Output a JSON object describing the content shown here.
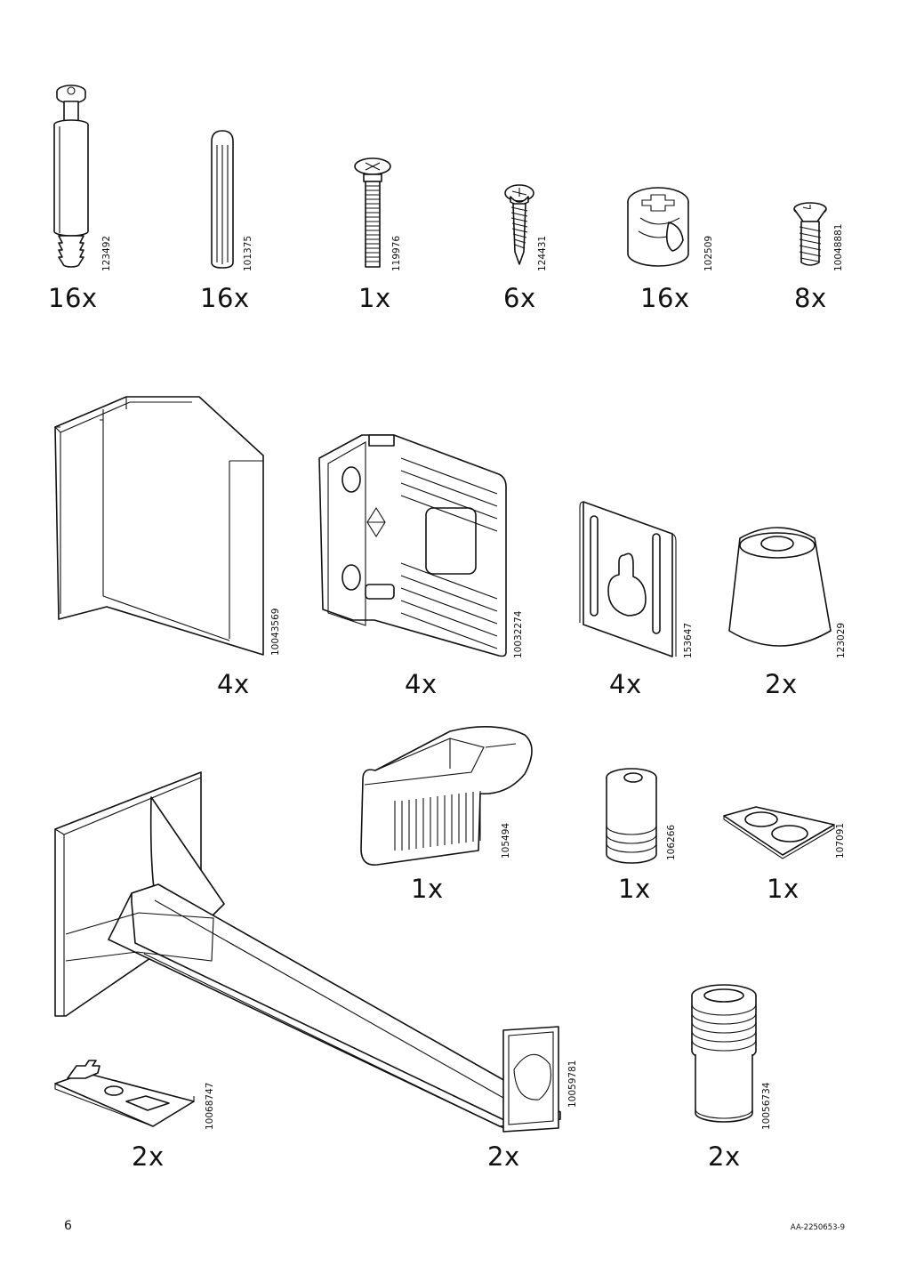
{
  "page": {
    "number": "6",
    "reference": "AA-2250653-9"
  },
  "parts": [
    {
      "code": "123492",
      "qty": "16x",
      "icon": "cam-bolt-icon"
    },
    {
      "code": "101375",
      "qty": "16x",
      "icon": "wooden-dowel-icon"
    },
    {
      "code": "119976",
      "qty": "1x",
      "icon": "machine-screw-icon"
    },
    {
      "code": "124431",
      "qty": "6x",
      "icon": "pan-head-screw-icon"
    },
    {
      "code": "102509",
      "qty": "16x",
      "icon": "cam-lock-nut-icon"
    },
    {
      "code": "10048881",
      "qty": "8x",
      "icon": "countersunk-screw-icon"
    },
    {
      "code": "10043569",
      "qty": "4x",
      "icon": "corner-bracket-icon"
    },
    {
      "code": "10032274",
      "qty": "4x",
      "icon": "plastic-bracket-icon"
    },
    {
      "code": "153647",
      "qty": "4x",
      "icon": "keyhole-plate-icon"
    },
    {
      "code": "123029",
      "qty": "2x",
      "icon": "rubber-foot-icon"
    },
    {
      "code": "105494",
      "qty": "1x",
      "icon": "wedge-clip-icon"
    },
    {
      "code": "106266",
      "qty": "1x",
      "icon": "threaded-sleeve-icon"
    },
    {
      "code": "107091",
      "qty": "1x",
      "icon": "bumper-pads-icon"
    },
    {
      "code": "10068747",
      "qty": "2x",
      "icon": "mounting-plate-icon"
    },
    {
      "code": "10059781",
      "qty": "2x",
      "icon": "wall-arm-bracket-icon"
    },
    {
      "code": "10056734",
      "qty": "2x",
      "icon": "adjustable-leg-icon"
    }
  ]
}
